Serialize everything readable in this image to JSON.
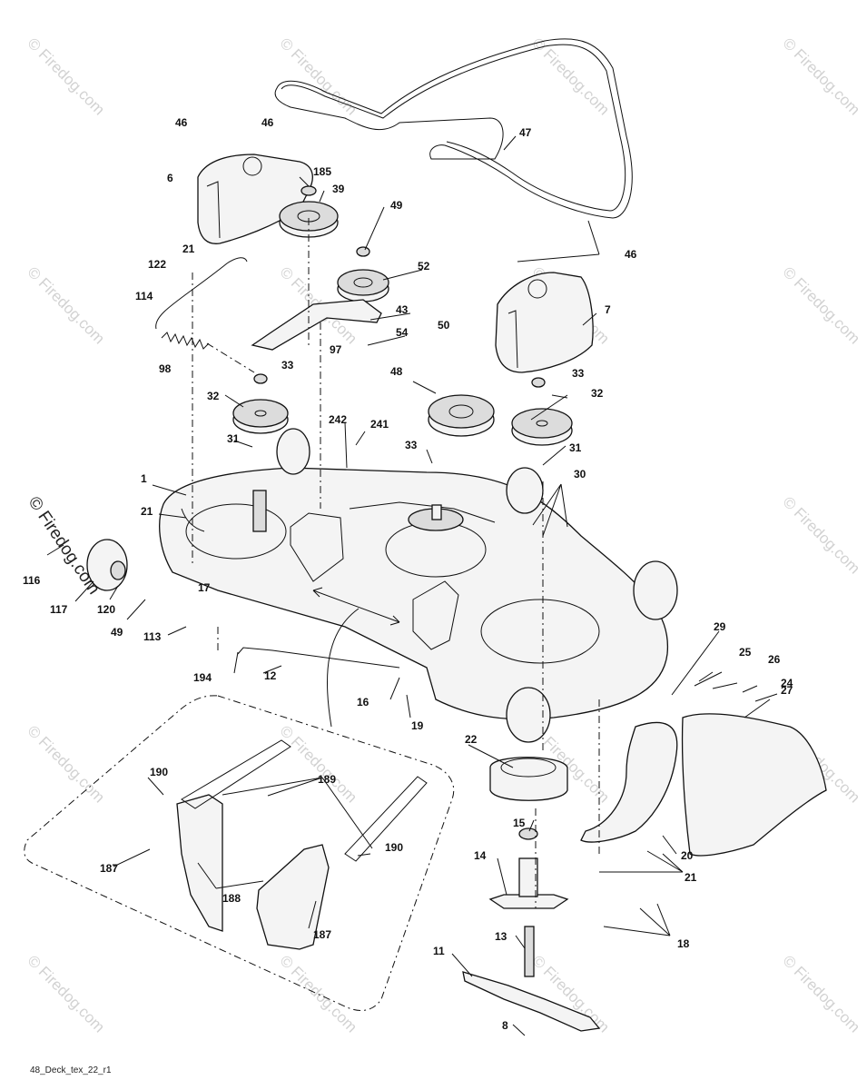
{
  "diagram": {
    "type": "exploded-parts-diagram",
    "drawing_code": "48_Deck_tex_22_r1",
    "watermark_text": "© Firedog.com",
    "line_color": "#111111",
    "watermark_color": "#d2d2d2",
    "callouts": [
      {
        "id": "c46a",
        "num": "46"
      },
      {
        "id": "c46b",
        "num": "46"
      },
      {
        "id": "c47",
        "num": "47"
      },
      {
        "id": "c6",
        "num": "6"
      },
      {
        "id": "c185",
        "num": "185"
      },
      {
        "id": "c39",
        "num": "39"
      },
      {
        "id": "c49a",
        "num": "49"
      },
      {
        "id": "c52",
        "num": "52"
      },
      {
        "id": "c46c",
        "num": "46"
      },
      {
        "id": "c21a",
        "num": "21"
      },
      {
        "id": "c122",
        "num": "122"
      },
      {
        "id": "c114",
        "num": "114"
      },
      {
        "id": "c43",
        "num": "43"
      },
      {
        "id": "c7",
        "num": "7"
      },
      {
        "id": "c50",
        "num": "50"
      },
      {
        "id": "c54",
        "num": "54"
      },
      {
        "id": "c97",
        "num": "97"
      },
      {
        "id": "c98",
        "num": "98"
      },
      {
        "id": "c33a",
        "num": "33"
      },
      {
        "id": "c48",
        "num": "48"
      },
      {
        "id": "c33b",
        "num": "33"
      },
      {
        "id": "c32a",
        "num": "32"
      },
      {
        "id": "c32b",
        "num": "32"
      },
      {
        "id": "c242",
        "num": "242"
      },
      {
        "id": "c241",
        "num": "241"
      },
      {
        "id": "c31a",
        "num": "31"
      },
      {
        "id": "c33c",
        "num": "33"
      },
      {
        "id": "c31b",
        "num": "31"
      },
      {
        "id": "c1",
        "num": "1"
      },
      {
        "id": "c30",
        "num": "30"
      },
      {
        "id": "c21b",
        "num": "21"
      },
      {
        "id": "c116",
        "num": "116"
      },
      {
        "id": "c17",
        "num": "17"
      },
      {
        "id": "c117",
        "num": "117"
      },
      {
        "id": "c120",
        "num": "120"
      },
      {
        "id": "c49b",
        "num": "49"
      },
      {
        "id": "c113",
        "num": "113"
      },
      {
        "id": "c29",
        "num": "29"
      },
      {
        "id": "c25",
        "num": "25"
      },
      {
        "id": "c26",
        "num": "26"
      },
      {
        "id": "c24",
        "num": "24"
      },
      {
        "id": "c194",
        "num": "194"
      },
      {
        "id": "c12",
        "num": "12"
      },
      {
        "id": "c16",
        "num": "16"
      },
      {
        "id": "c19",
        "num": "19"
      },
      {
        "id": "c27",
        "num": "27"
      },
      {
        "id": "c22",
        "num": "22"
      },
      {
        "id": "c190a",
        "num": "190"
      },
      {
        "id": "c189",
        "num": "189"
      },
      {
        "id": "c15",
        "num": "15"
      },
      {
        "id": "c20",
        "num": "20"
      },
      {
        "id": "c190b",
        "num": "190"
      },
      {
        "id": "c187a",
        "num": "187"
      },
      {
        "id": "c14",
        "num": "14"
      },
      {
        "id": "c21c",
        "num": "21"
      },
      {
        "id": "c188",
        "num": "188"
      },
      {
        "id": "c187b",
        "num": "187"
      },
      {
        "id": "c18",
        "num": "18"
      },
      {
        "id": "c13",
        "num": "13"
      },
      {
        "id": "c11",
        "num": "11"
      },
      {
        "id": "c8",
        "num": "8"
      }
    ]
  }
}
